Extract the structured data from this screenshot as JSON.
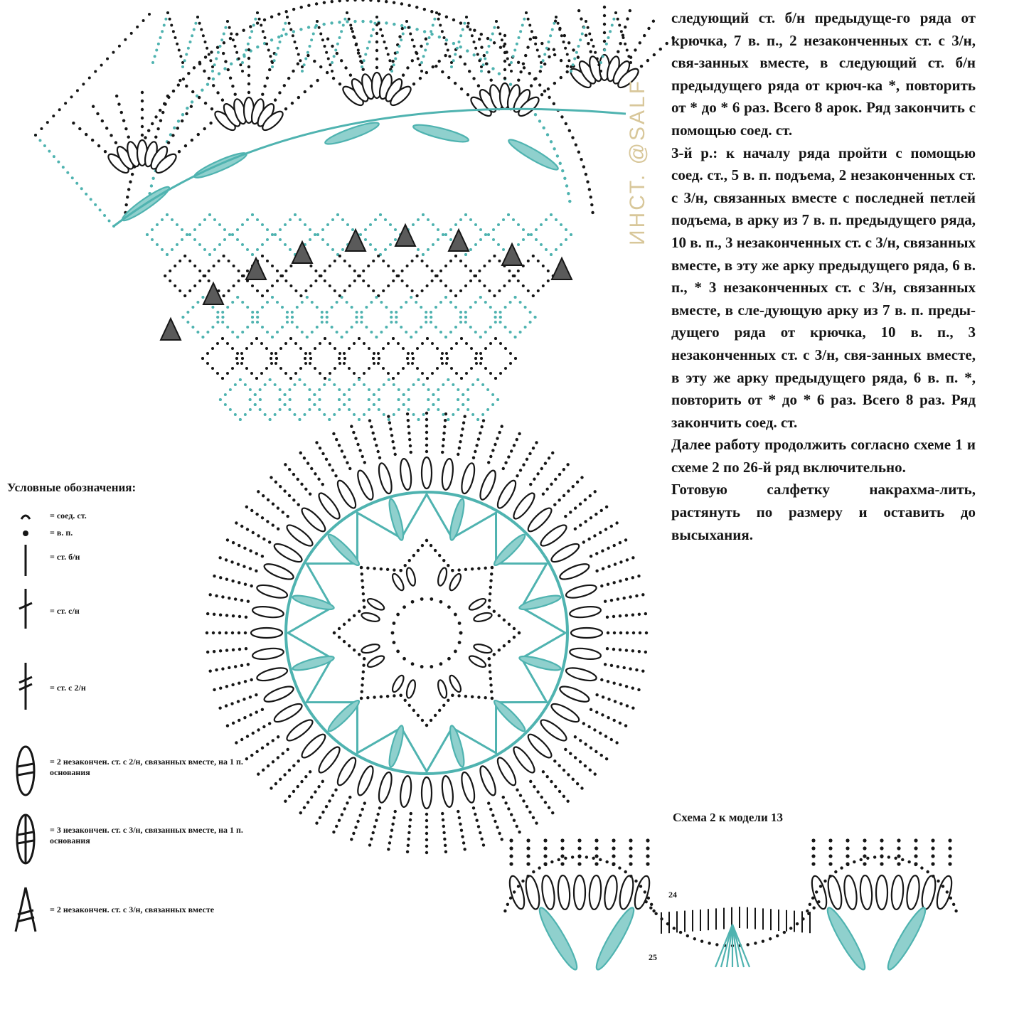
{
  "watermark": "ИНСТ. @SALF",
  "instructions": [
    "следующий ст. б/н предыдуще-го ряда от крючка, 7 в. п., 2 незаконченных ст. с 3/н, свя-занных вместе, в следующий ст. б/н предыдущего ряда от крюч-ка *, повторить от * до * 6 раз. Всего 8 арок. Ряд закончить с помощью соед. ст.",
    "3-й р.: к началу ряда пройти с помощью соед. ст., 5 в. п. подъема, 2 незаконченных ст. с 3/н, связанных вместе с последней петлей подъема, в арку из 7 в. п. предыдущего ряда, 10 в. п., 3 незаконченных ст. с 3/н, связанных вместе, в эту же арку предыдущего ряда, 6 в. п., * 3 незаконченных ст. с 3/н, связанных вместе, в сле-дующую арку из 7 в. п. преды-дущего ряда от крючка, 10 в. п., 3 незаконченных ст. с 3/н, свя-занных вместе, в эту же арку предыдущего ряда, 6 в. п. *, повторить от * до * 6 раз. Всего 8 раз. Ряд закончить соед. ст.",
    "Далее работу продолжить согласно схеме 1 и схеме 2 по 26-й ряд включительно.",
    "Готовую салфетку накрахма-лить, растянуть по размеру и оставить до высыхания."
  ],
  "legend": {
    "title": "Условные обозначения:",
    "items": [
      {
        "label": "= соед. ст.",
        "symbol": "slip-stitch-icon"
      },
      {
        "label": "= в. п.",
        "symbol": "chain-dot-icon"
      },
      {
        "label": "= ст. б/н",
        "symbol": "single-crochet-icon"
      },
      {
        "label": "= ст. с/н",
        "symbol": "double-crochet-icon"
      },
      {
        "label": "= ст. с 2/н",
        "symbol": "treble-crochet-icon"
      },
      {
        "label": "= 2 незакончен. ст. с 2/н, связанных вместе, на 1 п. основания",
        "symbol": "cluster-2-icon"
      },
      {
        "label": "= 3 незакончен. ст. с 3/н, связанных вместе, на 1 п. основания",
        "symbol": "cluster-3-icon"
      },
      {
        "label": "= 2 незакончен. ст. с 3/н, связанных вместе",
        "symbol": "decrease-2-icon"
      }
    ]
  },
  "schema2_caption": "Схема 2 к модели 13",
  "row_numbers": {
    "r24": "24",
    "r25": "25"
  },
  "colors": {
    "ink": "#161616",
    "teal": "#4fb3b0",
    "teal_fill": "#8fd0cd",
    "watermark": "#d8c79a"
  }
}
